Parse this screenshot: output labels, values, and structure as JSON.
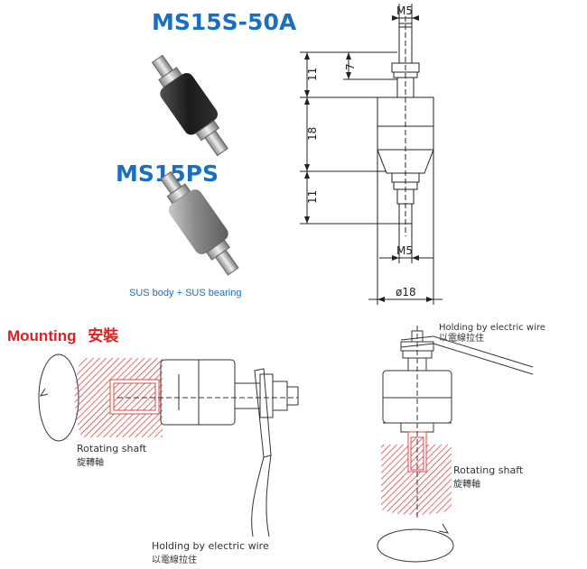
{
  "products": {
    "model_a": "MS15S-50A",
    "model_b": "MS15PS",
    "material_note": "SUS body + SUS bearing"
  },
  "dimensions": {
    "top_thread": "M5",
    "bottom_thread": "M5",
    "thread_length": "7",
    "upper_height": "11",
    "body_height": "18",
    "lower_height": "11",
    "diameter": "ø18"
  },
  "mounting": {
    "title": "Mounting",
    "title_cn": "安裝",
    "left": {
      "shaft_label": "Rotating shaft",
      "shaft_label_cn": "旋轉軸",
      "wire_label": "Holding by electric wire",
      "wire_label_cn": "以電線拉住"
    },
    "right": {
      "wire_label": "Holding by electric wire",
      "wire_label_cn": "以電線拉住",
      "shaft_label": "Rotating shaft",
      "shaft_label_cn": "旋轉軸"
    }
  },
  "colors": {
    "title_blue": "#1a6fc2",
    "mounting_red": "#e01f1f",
    "hatch_red": "#d94a4a"
  }
}
